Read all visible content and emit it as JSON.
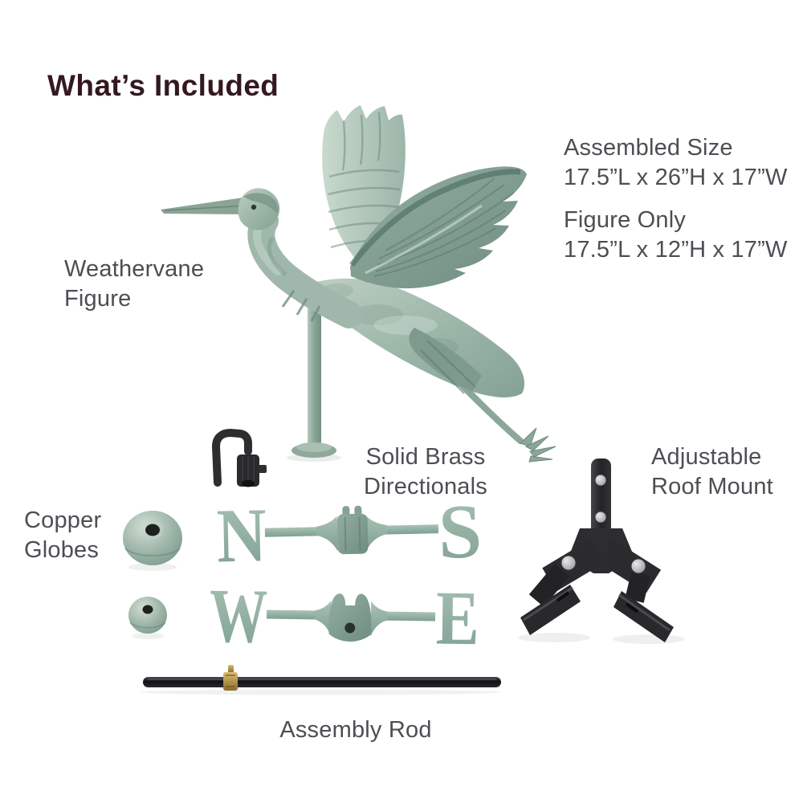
{
  "title": "What’s Included",
  "specs": {
    "assembled_label": "Assembled Size",
    "assembled_dims": "17.5”L x 26”H x 17”W",
    "figure_label": "Figure Only",
    "figure_dims": "17.5”L x 12”H x 17”W"
  },
  "parts": {
    "weathervane_figure": {
      "line1": "Weathervane",
      "line2": "Figure"
    },
    "copper_globes": {
      "line1": "Copper",
      "line2": "Globes"
    },
    "brass_directionals": {
      "line1": "Solid Brass",
      "line2": "Directionals"
    },
    "roof_mount": {
      "line1": "Adjustable",
      "line2": "Roof Mount"
    },
    "assembly_rod": {
      "line1": "Assembly Rod"
    }
  },
  "directionals": {
    "north": "N",
    "south": "S",
    "west": "W",
    "east": "E"
  },
  "colors": {
    "title_text": "#33191f",
    "label_text": "#4d4e53",
    "verdigris": "#9db7a9",
    "verdigris_dark": "#76948a",
    "black_hardware": "#2b2b2e",
    "brass": "#b3914a"
  }
}
